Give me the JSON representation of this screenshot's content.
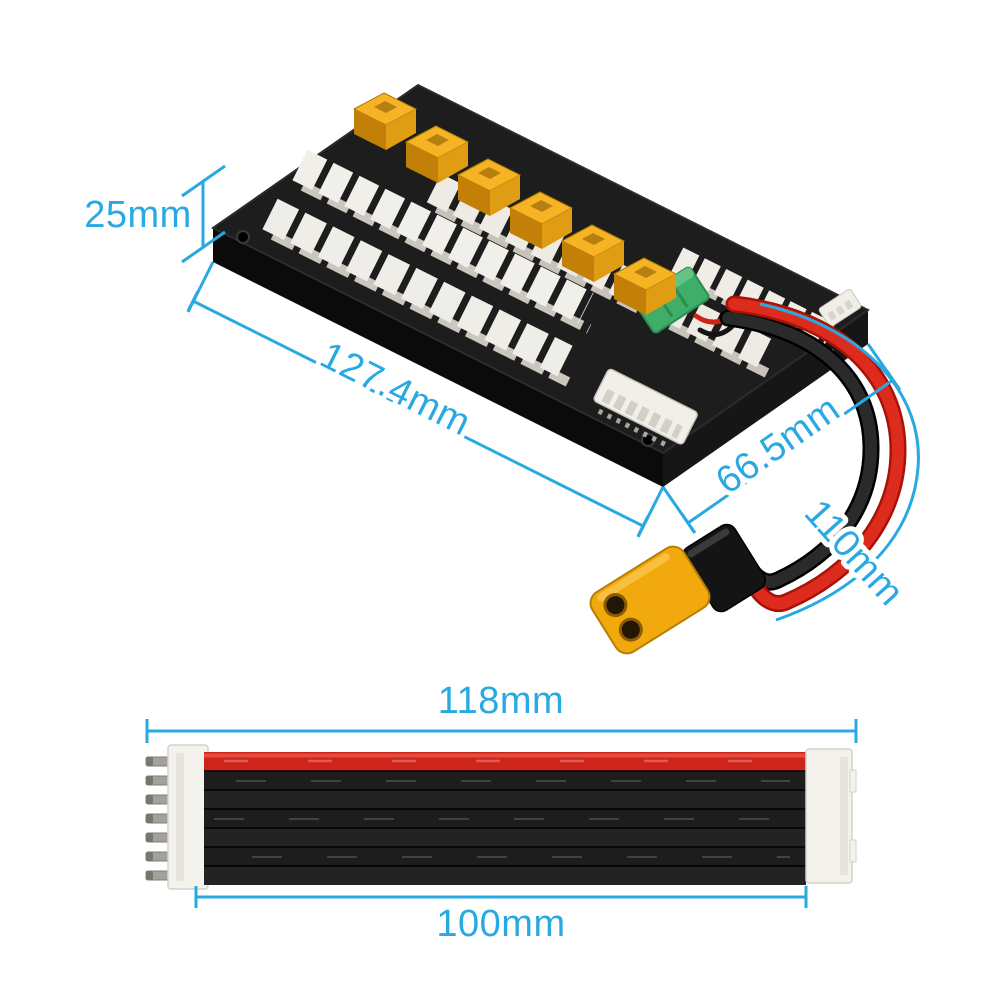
{
  "colors": {
    "annotation": "#29A9E1",
    "board": "#1D1D1D",
    "xt60_yellow": "#F2A90E",
    "fuse_green": "#3FAE68",
    "wire_red": "#DD2C1E",
    "wire_black": "#1C1C1C",
    "connector_white": "#F4F2ED"
  },
  "board": {
    "thickness_label": "25mm",
    "length_label": "127.4mm",
    "width_label": "66.5mm",
    "wire_length_label": "110mm"
  },
  "cable": {
    "overall_length_label": "118mm",
    "wire_length_label": "100mm"
  }
}
